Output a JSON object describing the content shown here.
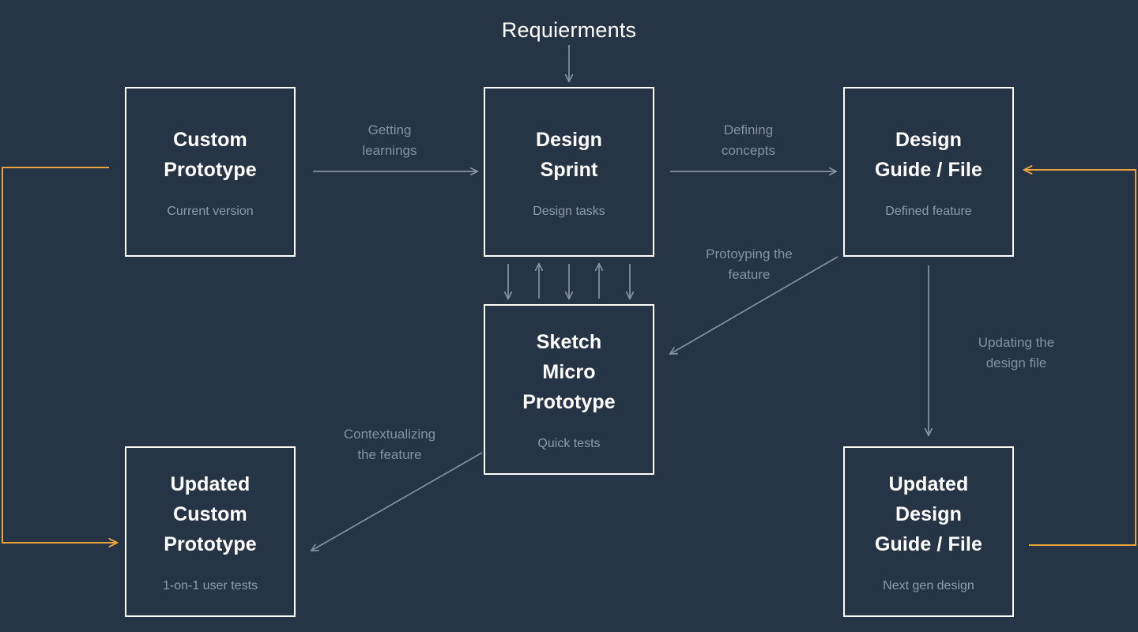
{
  "diagram": {
    "title": "Requierments",
    "background_color": "#253545",
    "node_border_color": "#ffffff",
    "node_title_color": "#ffffff",
    "node_subtitle_color": "#8f9cab",
    "arrow_color": "#8492a1",
    "accent_color": "#e8a33d",
    "nodes": [
      {
        "id": "custom-prototype",
        "title": "Custom\nPrototype",
        "subtitle": "Current version"
      },
      {
        "id": "design-sprint",
        "title": "Design\nSprint",
        "subtitle": "Design tasks"
      },
      {
        "id": "design-guide-file",
        "title": "Design\nGuide / File",
        "subtitle": "Defined feature"
      },
      {
        "id": "sketch-micro-prototype",
        "title": "Sketch\nMicro\nPrototype",
        "subtitle": "Quick tests"
      },
      {
        "id": "updated-custom-prototype",
        "title": "Updated\nCustom\nPrototype",
        "subtitle": "1-on-1 user tests"
      },
      {
        "id": "updated-design-guide-file",
        "title": "Updated\nDesign\nGuide / File",
        "subtitle": "Next gen design"
      }
    ],
    "edge_labels": [
      {
        "id": "getting-learnings",
        "text": "Getting\nlearnings"
      },
      {
        "id": "defining-concepts",
        "text": "Defining\nconcepts"
      },
      {
        "id": "protoyping-the-feature",
        "text": "Protoyping the\nfeature"
      },
      {
        "id": "updating-the-design-file",
        "text": "Updating the\ndesign file"
      },
      {
        "id": "contextualizing-the-feature",
        "text": "Contextualizing\nthe feature"
      }
    ]
  }
}
